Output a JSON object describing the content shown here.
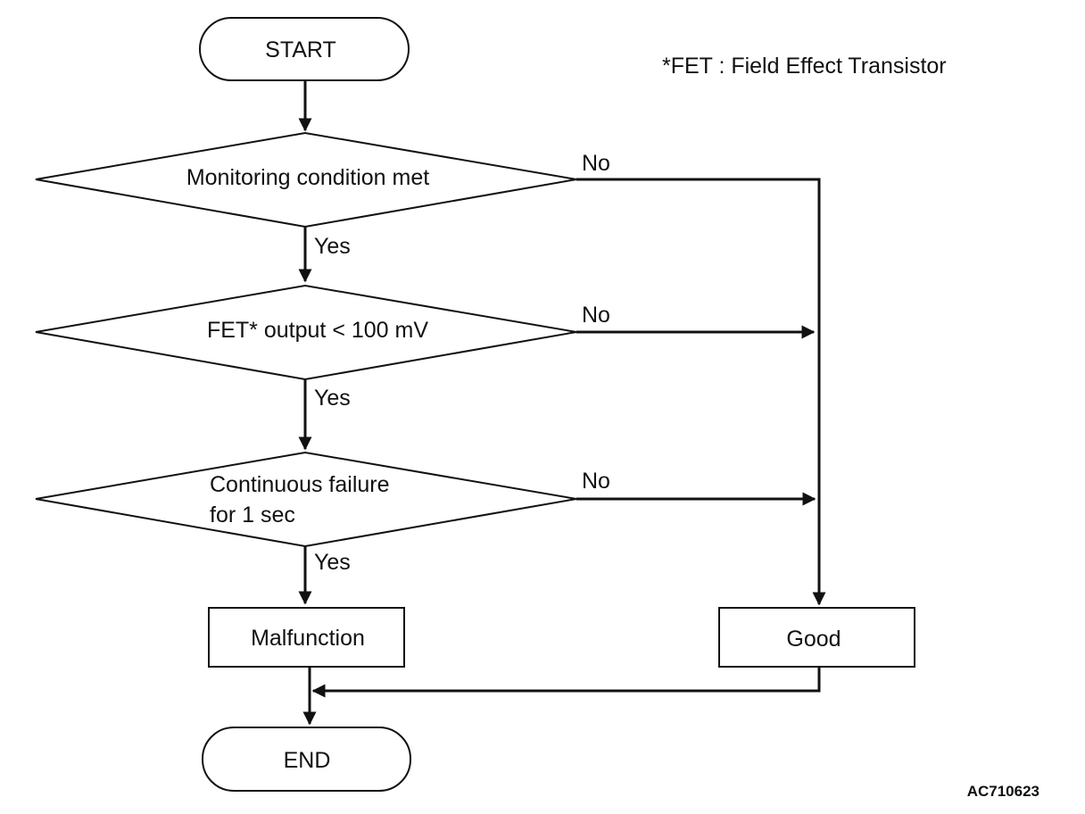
{
  "note": "*FET : Field Effect Transistor",
  "figure_code": "AC710623",
  "start": {
    "label": "START"
  },
  "end": {
    "label": "END"
  },
  "decisions": [
    {
      "lines": [
        "Monitoring condition met"
      ],
      "yes_label": "Yes",
      "no_label": "No"
    },
    {
      "lines": [
        "FET* output < 100 mV"
      ],
      "yes_label": "Yes",
      "no_label": "No"
    },
    {
      "lines": [
        "Continuous failure",
        "for 1 sec"
      ],
      "yes_label": "Yes",
      "no_label": "No"
    }
  ],
  "results": {
    "malfunction": "Malfunction",
    "good": "Good"
  }
}
